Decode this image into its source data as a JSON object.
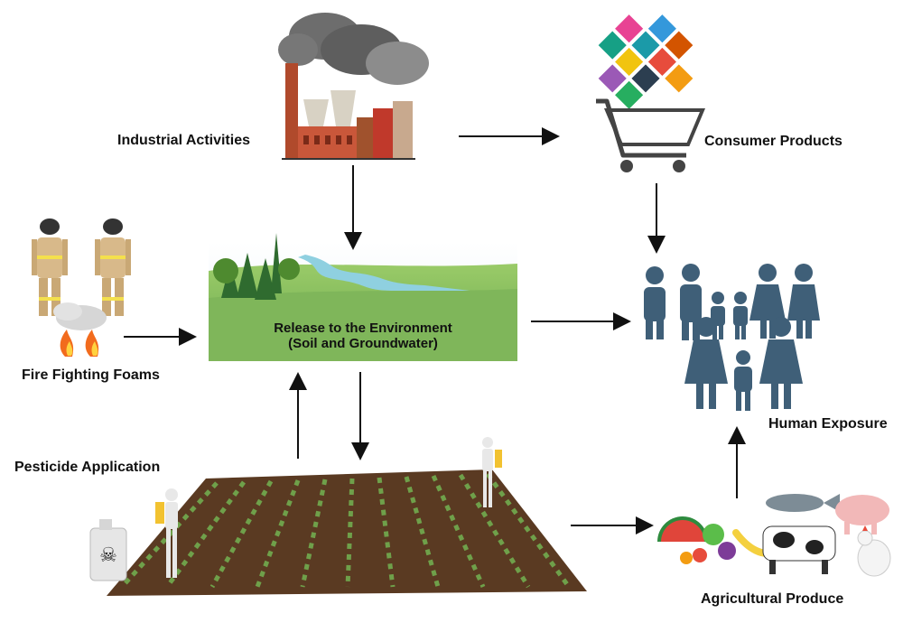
{
  "labels": {
    "industrial": "Industrial Activities",
    "consumer": "Consumer Products",
    "fire": "Fire Fighting Foams",
    "pesticide": "Pesticide Application",
    "human": "Human Exposure",
    "agri": "Agricultural Produce",
    "env_line1": "Release to the Environment",
    "env_line2": "(Soil and Groundwater)"
  },
  "colors": {
    "people": "#3f5f78",
    "arrow": "#111111",
    "grass": "#8bbf5a",
    "soil": "#5a3a22",
    "factory_brick": "#c9573a",
    "smoke": "#7a7a7a"
  },
  "icons": [
    "factory-icon",
    "shopping-cart-icon",
    "firefighter-icon",
    "landscape-icon",
    "family-icon",
    "field-icon",
    "produce-icon",
    "pesticide-jug-icon"
  ]
}
